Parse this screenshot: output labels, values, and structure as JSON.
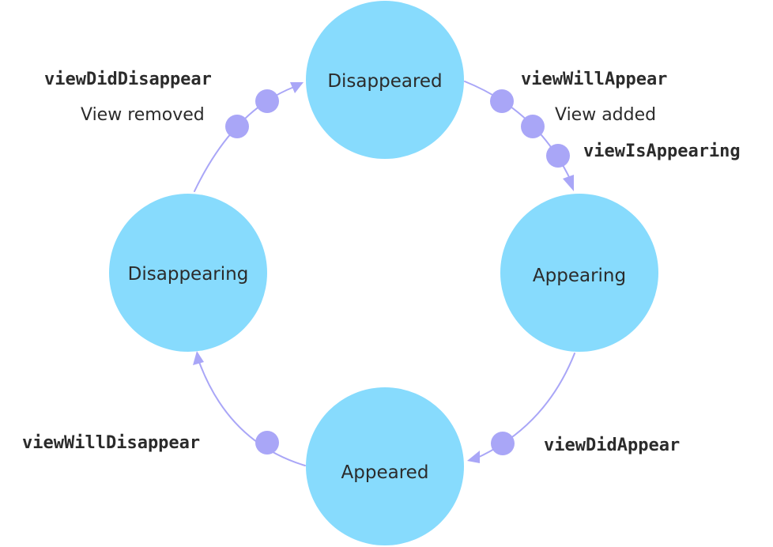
{
  "colors": {
    "state_fill": "#87DBFD",
    "transition": "#A9A6F7",
    "event_dot": "#A9A6F7",
    "text": "#2B2B2B"
  },
  "states": {
    "disappeared": "Disappeared",
    "appearing": "Appearing",
    "appeared": "Appeared",
    "disappearing": "Disappearing"
  },
  "events": {
    "view_will_appear": "viewWillAppear",
    "view_added": "View added",
    "view_is_appearing": "viewIsAppearing",
    "view_did_appear": "viewDidAppear",
    "view_will_disappear": "viewWillDisappear",
    "view_did_disappear": "viewDidDisappear",
    "view_removed": "View removed"
  }
}
